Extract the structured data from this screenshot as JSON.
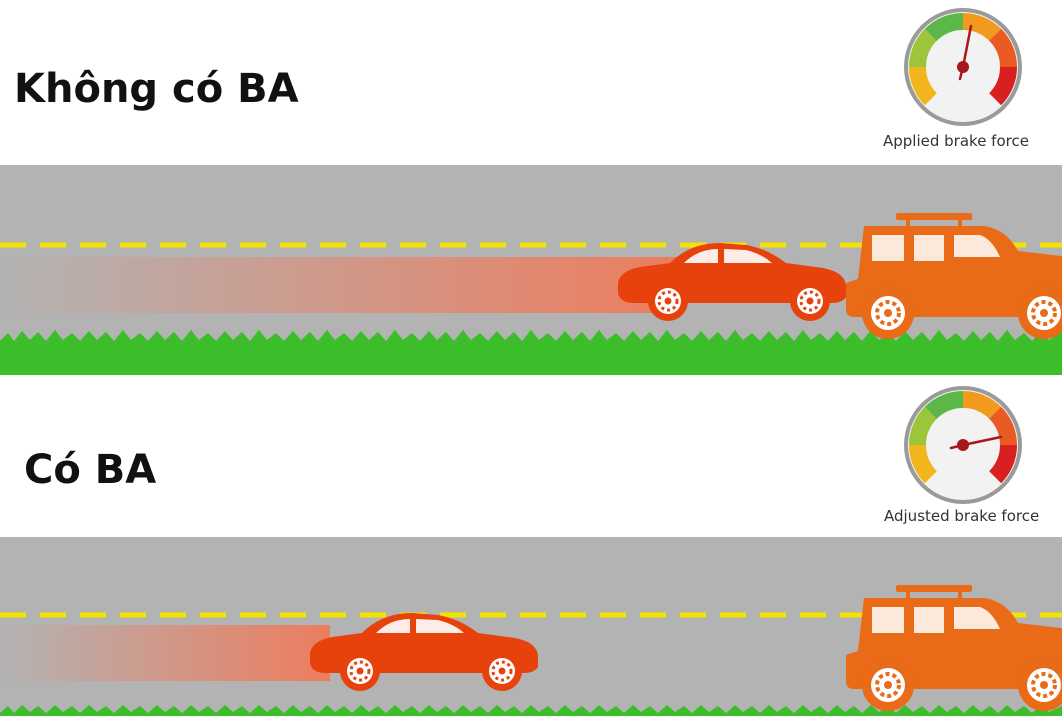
{
  "panels": {
    "without_ba": {
      "title": "Không có BA",
      "gauge_label": "Applied brake force"
    },
    "with_ba": {
      "title": "Có BA",
      "gauge_label": "Adjusted brake force"
    }
  },
  "colors": {
    "road": "#b3b3b3",
    "lane_marking": "#f4e200",
    "grass": "#3cbd2a",
    "car": "#e8420c",
    "suv": "#e96a17",
    "trail": "#f07a5a"
  },
  "icons": {
    "gauge": "speedometer-gauge-icon",
    "car": "sedan-car-icon",
    "suv": "suv-car-icon"
  }
}
